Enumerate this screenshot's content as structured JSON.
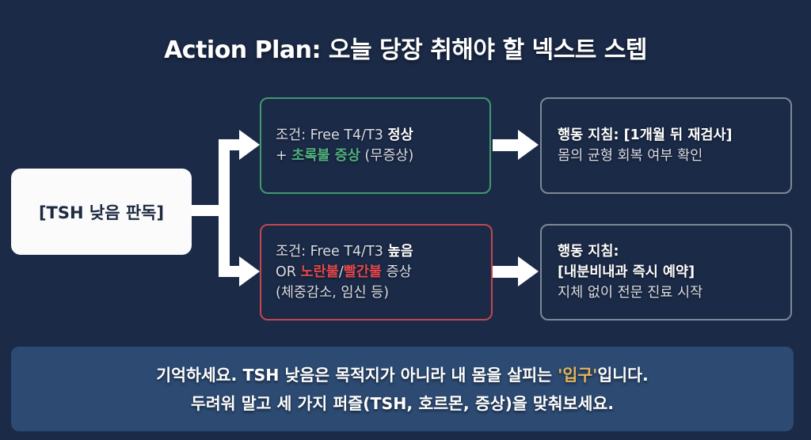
{
  "title": "Action Plan: 오늘 당장 취해야 할 넥스트 스텝",
  "source": {
    "label": "[TSH 낮음 판독]"
  },
  "branches": [
    {
      "condition": {
        "prefix": "조건: Free T4/T3 ",
        "status": "정상",
        "line2_prefix": "+ ",
        "highlight": "초록불 증상",
        "line2_suffix": " (무증상)",
        "border_color": "#3f9a6e",
        "highlight_color": "#4fb07e"
      },
      "action": {
        "label": "행동 지침: ",
        "emphasis": "[1개월 뒤 재검사]",
        "detail": "몸의 균형 회복 여부 확인"
      }
    },
    {
      "condition": {
        "prefix": "조건: Free T4/T3 ",
        "status": "높음",
        "line2_prefix": "OR ",
        "highlight_a": "노란불",
        "separator": "/",
        "highlight_b": "빨간불",
        "line2_suffix": " 증상",
        "line3": "(체중감소, 임신 등)",
        "border_color": "#c2474f",
        "highlight_color": "#e2474d"
      },
      "action": {
        "label": "행동 지침:",
        "emphasis": "[내분비내과 즉시 예약]",
        "detail": "지체 없이 전문 진료 시작"
      }
    }
  ],
  "banner": {
    "line1_prefix": "기억하세요. TSH 낮음은 목적지가 아니라 내 몸을 살피는 ",
    "line1_highlight": "'입구'",
    "line1_suffix": "입니다.",
    "line2": "두려워 말고 세 가지 퍼즐(TSH, 호르몬, 증상)을 맞춰보세요.",
    "highlight_color": "#e1b45d"
  },
  "colors": {
    "background": "#1b2a47",
    "banner": "#2c4a72",
    "action_border": "#7f8798"
  }
}
